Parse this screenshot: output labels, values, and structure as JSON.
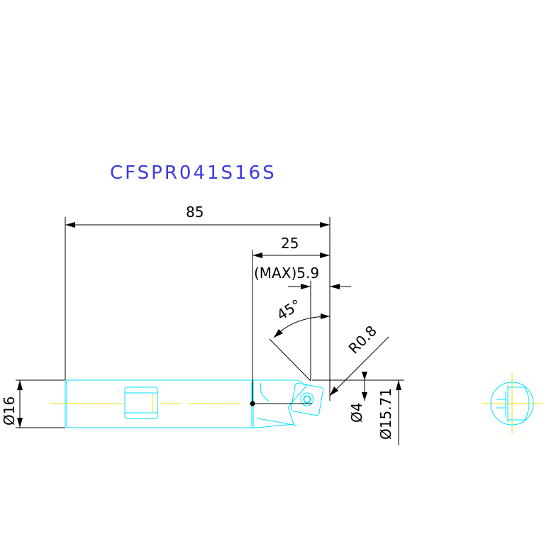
{
  "drawing": {
    "part_number": "CFSPR041S16S",
    "dimensions": {
      "overall_length": "85",
      "head_length": "25",
      "max_depth": "(MAX)5.9",
      "angle": "45°",
      "corner_radius": "R0.8",
      "shank_diameter": "Ø16",
      "min_bore": "Ø4",
      "cut_diameter": "Ø15.71"
    }
  },
  "colors": {
    "dimension_lines": "#000000",
    "part_outline": "#00e0ff",
    "center_lines": "#f0e000",
    "title": "#3a3ae0"
  }
}
